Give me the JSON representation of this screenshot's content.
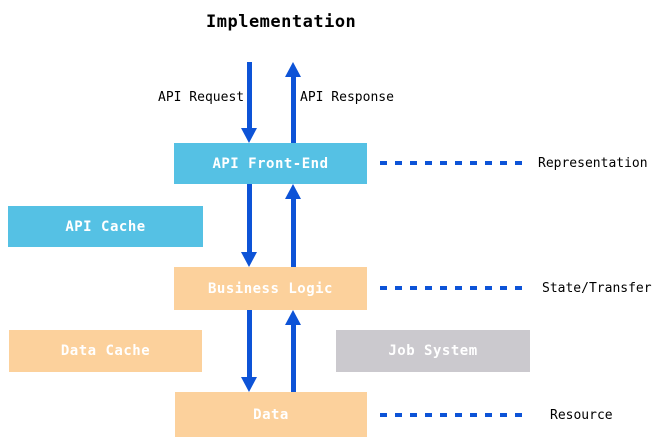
{
  "title": "Implementation",
  "colors": {
    "blue_box": "#55C1E4",
    "orange_box": "#FCD19C",
    "gray_box": "#CBC9CE",
    "arrow_blue": "#0D53D7"
  },
  "arrow_labels": {
    "request": "API Request",
    "response": "API Response"
  },
  "boxes": {
    "api_front_end": {
      "label": "API Front-End"
    },
    "api_cache": {
      "label": "API Cache"
    },
    "business_logic": {
      "label": "Business Logic"
    },
    "data_cache": {
      "label": "Data Cache"
    },
    "job_system": {
      "label": "Job System"
    },
    "data": {
      "label": "Data"
    }
  },
  "layer_labels": {
    "representation": "Representation",
    "state_transfer": "State/Transfer",
    "resource": "Resource"
  }
}
